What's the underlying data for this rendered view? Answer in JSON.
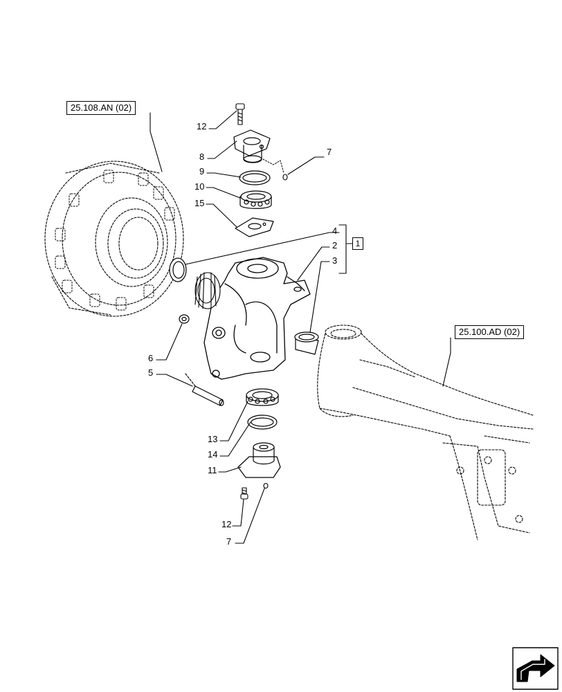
{
  "references": {
    "hub": "25.108.AN (02)",
    "axle": "25.100.AD (02)"
  },
  "callouts": {
    "c12_top": "12",
    "c8": "8",
    "c9": "9",
    "c10": "10",
    "c15": "15",
    "c7_top": "7",
    "c4": "4",
    "c2": "2",
    "c3": "3",
    "c1": "1",
    "c6": "6",
    "c5": "5",
    "c13": "13",
    "c14": "14",
    "c11": "11",
    "c12_bottom": "12",
    "c7_bottom": "7"
  },
  "nav_icon": "next-page-arrow-icon",
  "colors": {
    "line": "#000000",
    "paper": "#ffffff"
  }
}
